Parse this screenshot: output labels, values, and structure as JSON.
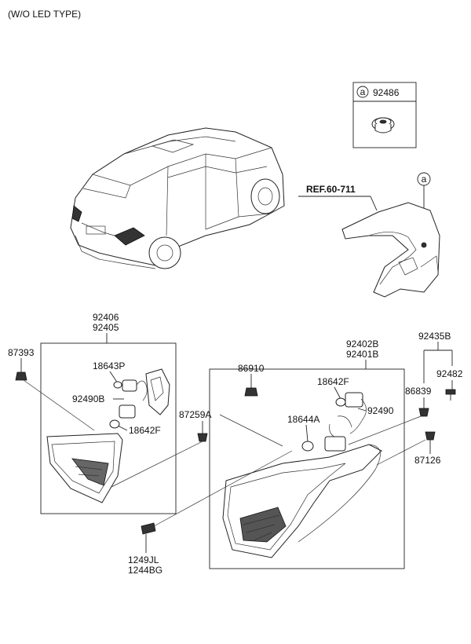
{
  "header": {
    "variant_note": "(W/O LED TYPE)"
  },
  "detail_a": {
    "marker": "a",
    "part_no": "92486"
  },
  "vehicle": {},
  "body_panel": {
    "ref_label": "REF.60-711",
    "marker": "a"
  },
  "left_assembly": {
    "part_no_upper": "92406",
    "part_no_lower": "92405",
    "components": {
      "clip": "87393",
      "bulb_upper": "18643P",
      "socket": "92490B",
      "bulb_lower": "18642F"
    }
  },
  "center_parts": {
    "grommet": "86910",
    "screw": "87259A"
  },
  "right_assembly": {
    "part_no_upper": "92402B",
    "part_no_lower": "92401B",
    "components": {
      "bulb_upper": "18642F",
      "harness": "92490",
      "bulb_lower": "18644A"
    }
  },
  "right_fasteners": {
    "group": "92435B",
    "screw": "92482",
    "nut": "86839",
    "bolt": "87126"
  },
  "bottom_bolt": {
    "part_no_upper": "1249JL",
    "part_no_lower": "1244BG"
  }
}
